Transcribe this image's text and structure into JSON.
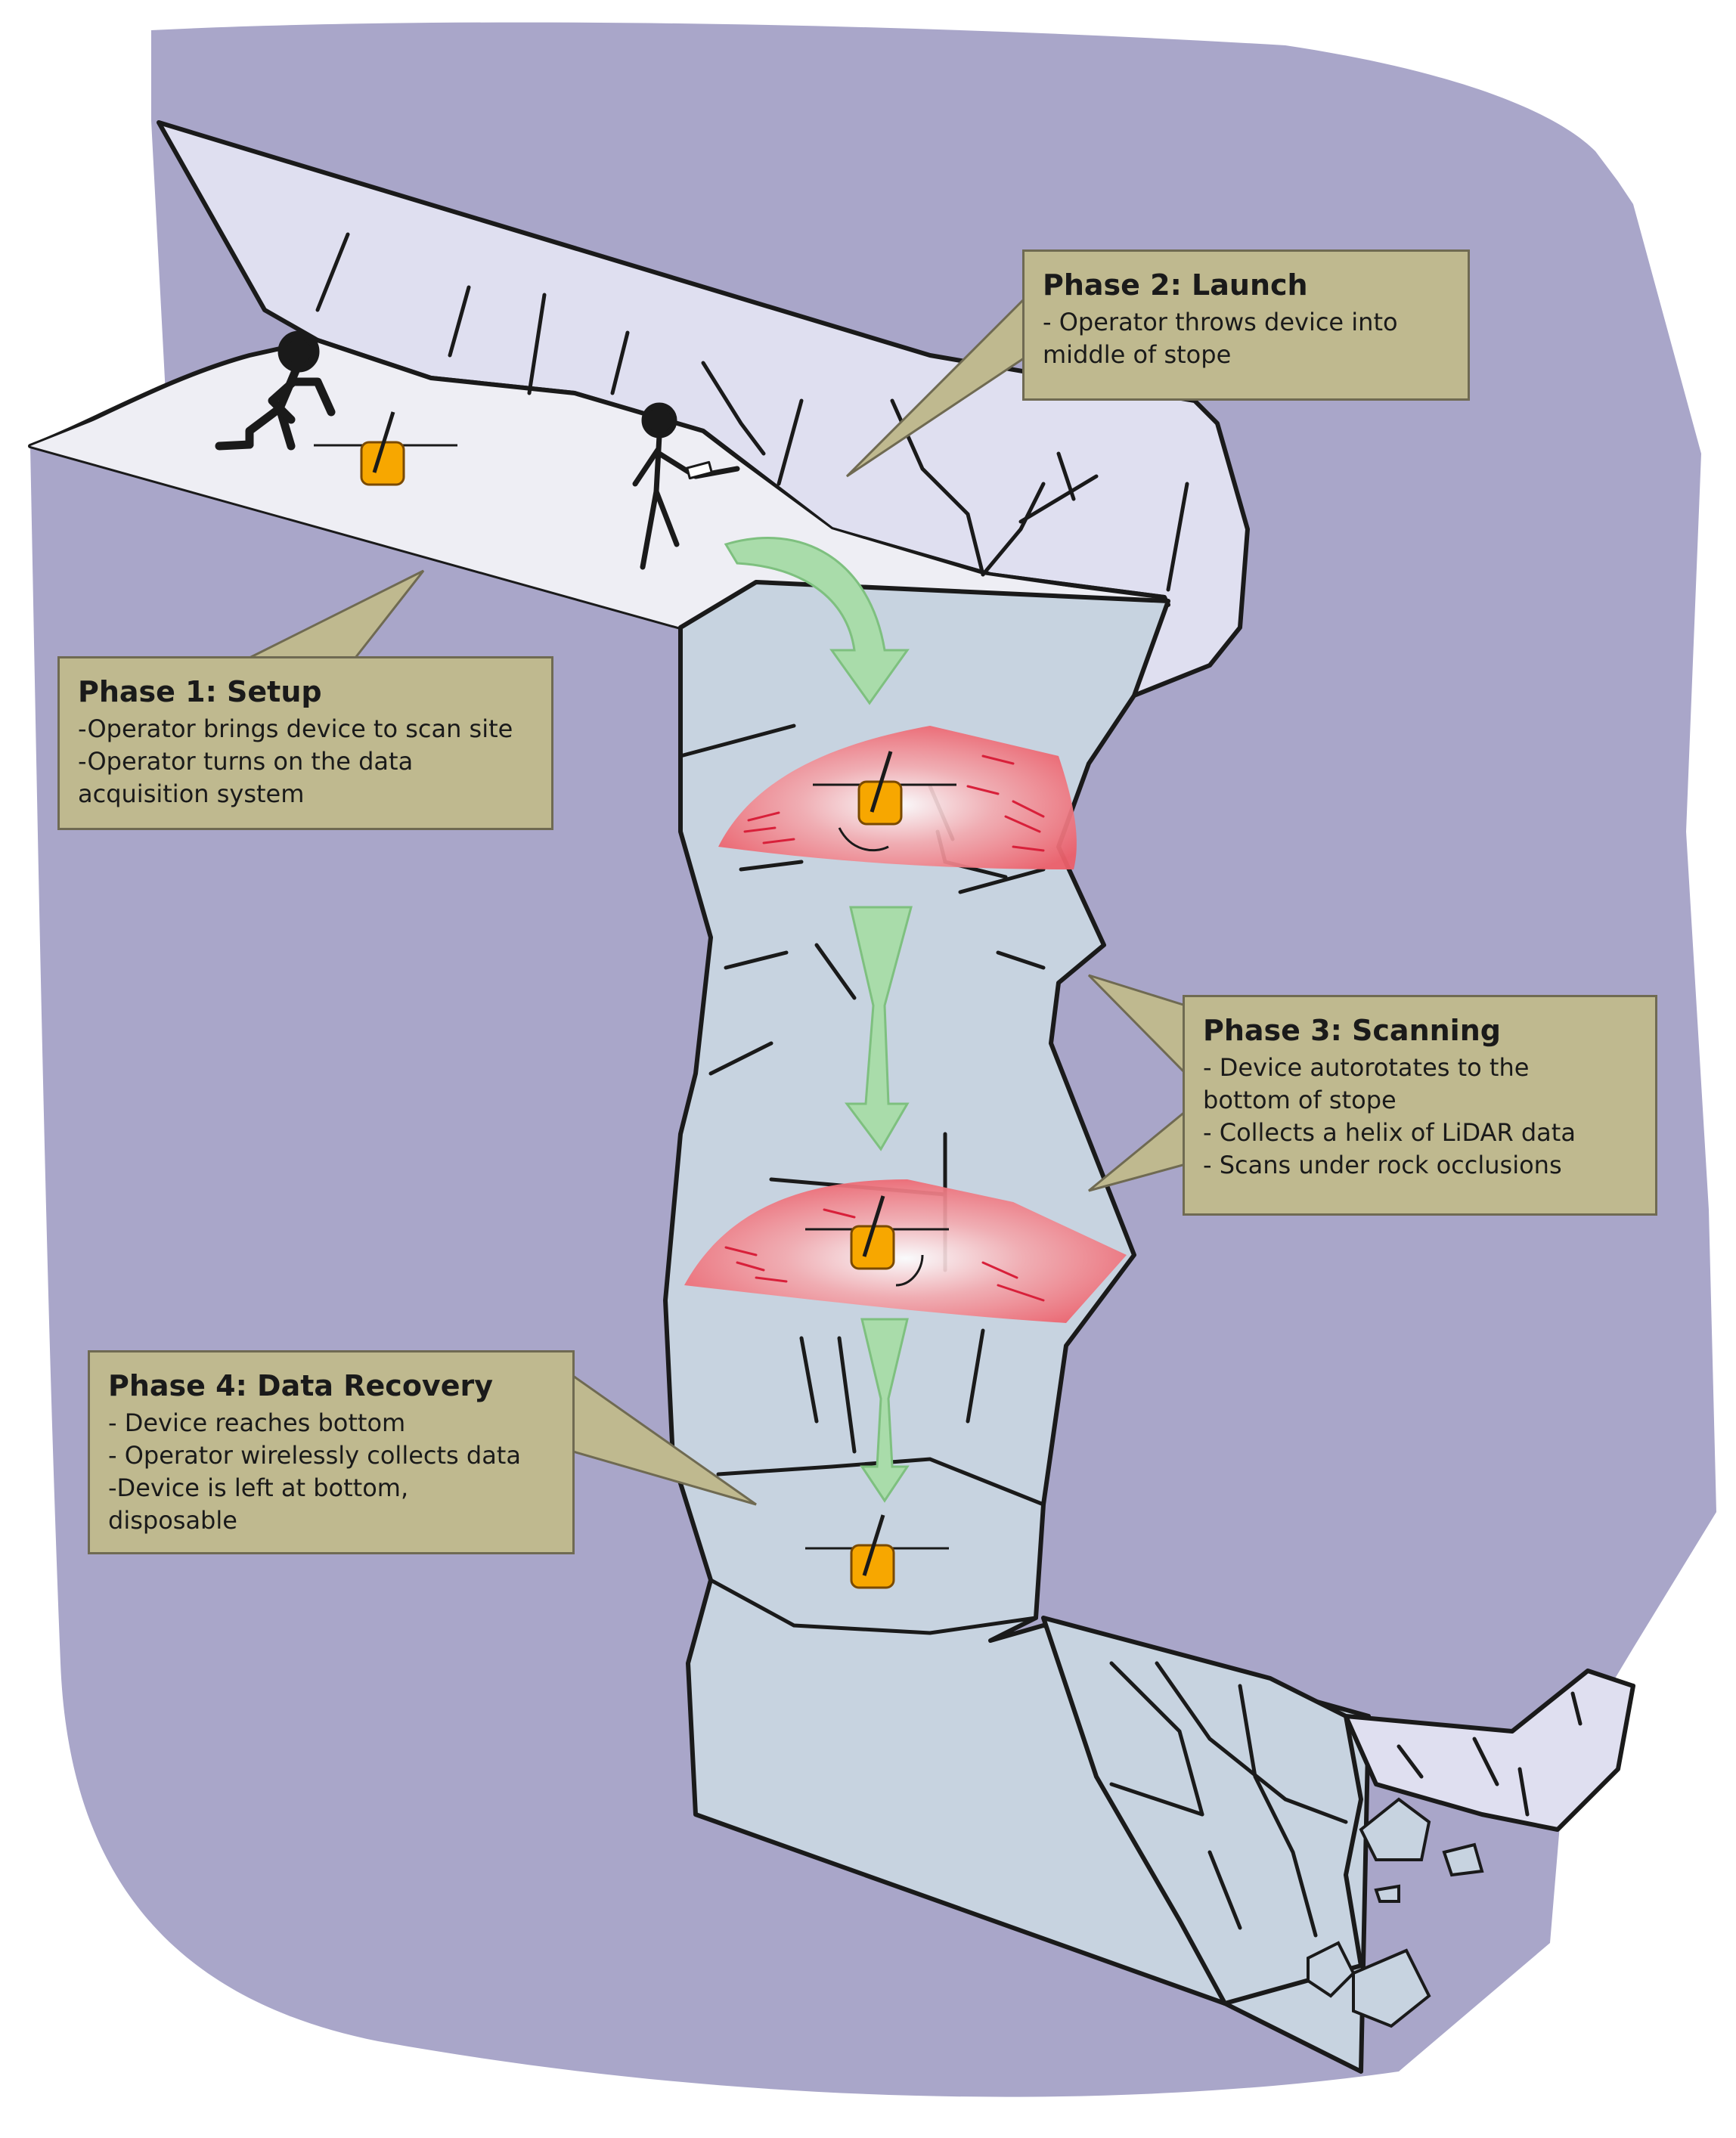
{
  "colors": {
    "rock": "#a9a6c9",
    "stope_wall": "#c7d3e0",
    "drift_floor": "#eeeef4",
    "callout_fill": "#bfb98f",
    "scan_band": "#ee6f78",
    "arrow": "#a9dcaa",
    "device": "#f7a700",
    "outline": "#1a1a1a"
  },
  "icons": [
    "stick-figure-operator",
    "device-icon",
    "down-arrow",
    "scan-band"
  ],
  "phases": [
    {
      "title": "Phase 1: Setup",
      "lines": [
        "-Operator brings device to scan site",
        "-Operator turns on the data",
        "acquisition system"
      ]
    },
    {
      "title": "Phase 2: Launch",
      "lines": [
        "- Operator throws device into",
        "middle of stope"
      ]
    },
    {
      "title": "Phase 3: Scanning",
      "lines": [
        "- Device autorotates to the",
        "bottom of stope",
        "- Collects a helix of LiDAR data",
        "- Scans under rock occlusions"
      ]
    },
    {
      "title": "Phase 4: Data Recovery",
      "lines": [
        "- Device reaches bottom",
        "- Operator wirelessly collects data",
        "-Device is left at bottom,",
        "disposable"
      ]
    }
  ]
}
